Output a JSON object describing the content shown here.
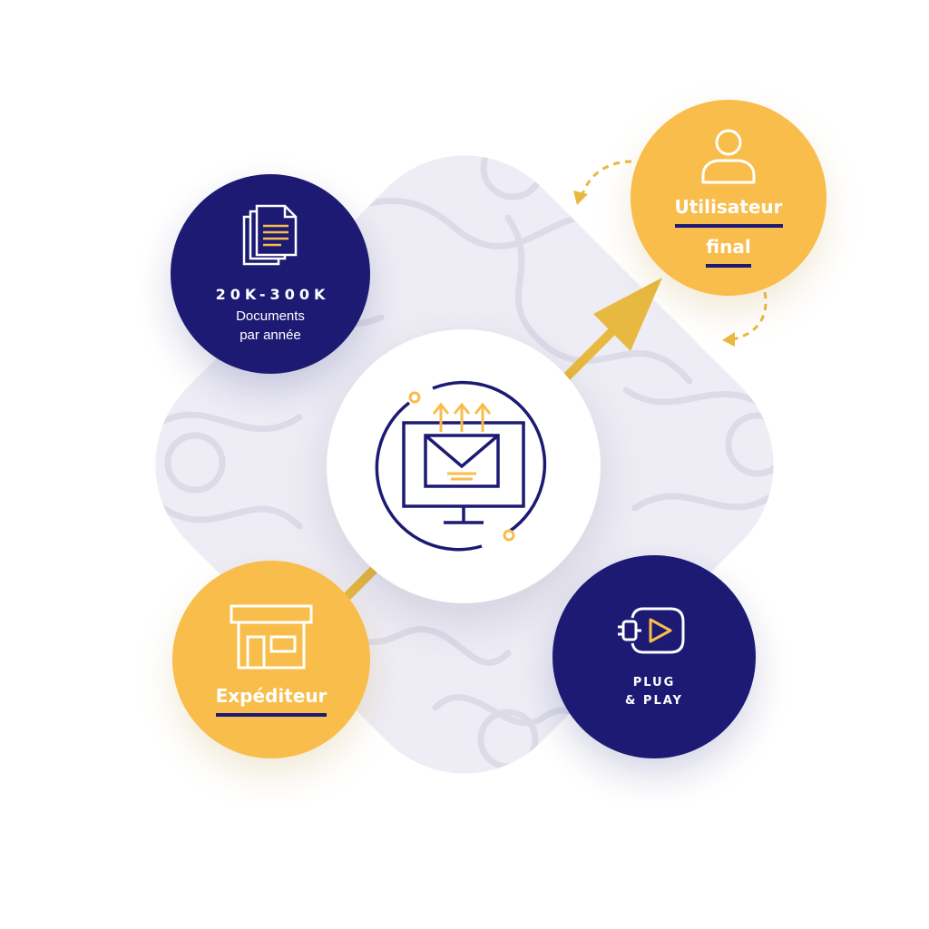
{
  "colors": {
    "navy": "#1d1a74",
    "yellow": "#f8bd4a",
    "arrow": "#e8b940",
    "background_shape": "#eeedf5",
    "puzzle_lines": "#dcdbe8"
  },
  "nodes": {
    "documents": {
      "icon": "document-stack-icon",
      "value": "20K-300K",
      "label_line1": "Documents",
      "label_line2": "par année"
    },
    "end_user": {
      "icon": "user-icon",
      "label_line1": "Utilisateur",
      "label_line2": "final"
    },
    "center": {
      "icon": "monitor-email-upload-icon"
    },
    "sender": {
      "icon": "storefront-icon",
      "label": "Expéditeur"
    },
    "plug_play": {
      "icon": "plug-play-icon",
      "label_line1": "PLUG",
      "label_line2": "& PLAY"
    }
  },
  "connectors": [
    {
      "from": "sender",
      "to": "end_user",
      "style": "solid-arrow"
    },
    {
      "from": "end_user",
      "to": "end_user",
      "style": "dashed-loop"
    }
  ]
}
